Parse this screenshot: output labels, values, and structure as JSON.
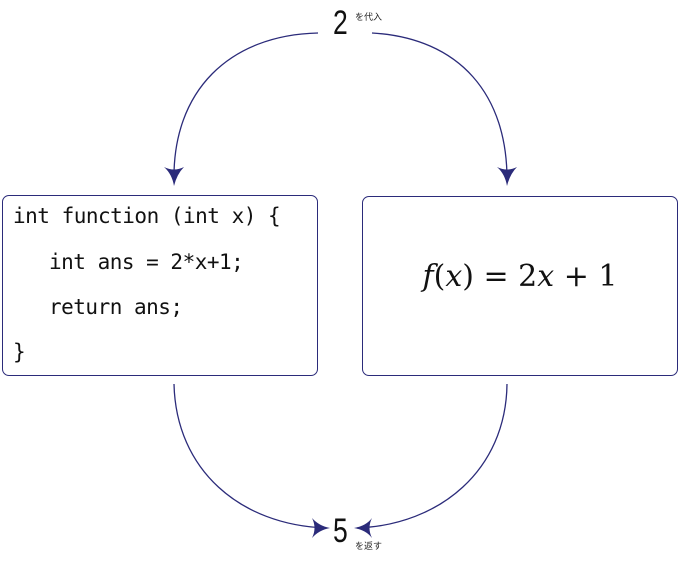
{
  "input": {
    "value": "2",
    "note": "を代入"
  },
  "output": {
    "value": "5",
    "note": "を返す"
  },
  "code": {
    "lines": [
      "int function (int x) {",
      "int ans = 2*x+1;",
      "return ans;",
      "}"
    ]
  },
  "math": {
    "f": "f",
    "open": "(",
    "x": "x",
    "close": ")",
    "eq": " = ",
    "two": "2",
    "x2": "x",
    "plus": " + ",
    "one": "1"
  },
  "colors": {
    "arrow": "#2b2b7a",
    "border": "#2b2b7a",
    "text": "#111111"
  }
}
